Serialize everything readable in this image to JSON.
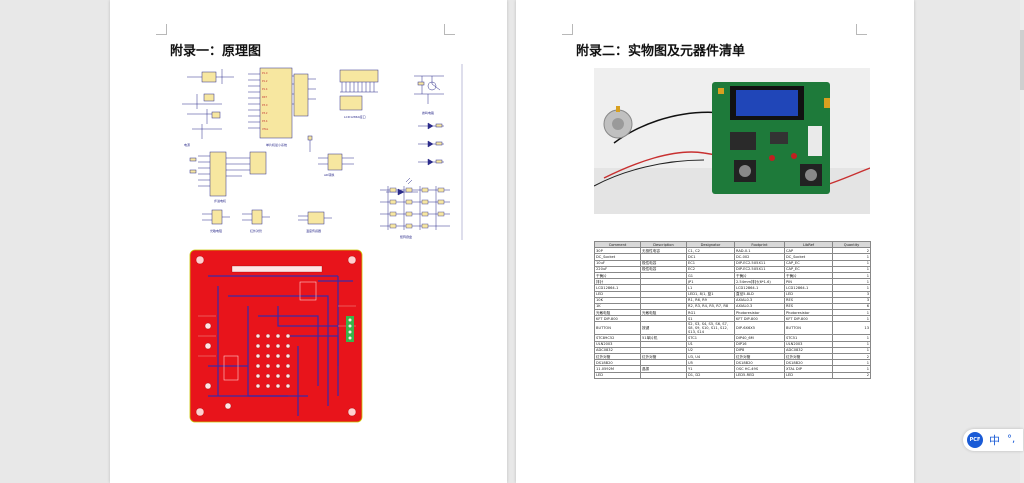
{
  "left_page": {
    "heading": "附录一：原理图",
    "schematic_labels": {
      "mcu": "单片机最小系统",
      "lcd": "LCD12864接口",
      "buzzer": "蜂鸣电路",
      "motor": "步进电机",
      "sensor1": "光敏电阻",
      "sensor2": "红外对管",
      "temp": "温度传感器",
      "keys": "矩阵键盘",
      "power": "电源",
      "adc": "AD转换"
    }
  },
  "right_page": {
    "heading": "附录二：实物图及元器件清单",
    "bom": {
      "headers": [
        "Comment",
        "Description",
        "Designator",
        "Footprint",
        "LibRef",
        "Quantity"
      ],
      "rows": [
        [
          "30P",
          "无极性电容",
          "C1, C2",
          "RAD-0.1",
          "CAP",
          "2"
        ],
        [
          "DC_Socket",
          "",
          "DC1",
          "DC-002",
          "DC_Socket",
          "1"
        ],
        [
          "10uF",
          "极性电容",
          "EC1",
          "DIP-EC2.5X5X11",
          "CAP_EC",
          "1"
        ],
        [
          "220uF",
          "极性电容",
          "EC2",
          "DIP-EC2.5X5X11",
          "CAP_EC",
          "1"
        ],
        [
          "干簧片",
          "",
          "G1",
          "干簧片",
          "干簧片",
          "1"
        ],
        [
          "排针",
          "",
          "JP1",
          "2.54mm排针(6*1.6)",
          "PIN",
          "1"
        ],
        [
          "LCD12864-1",
          "",
          "L1",
          "LCD12864-1",
          "LCD12864-1",
          "1"
        ],
        [
          "LED",
          "",
          "LED1, 8/1, 蓝1",
          "直径5-8LD",
          "LED",
          "3"
        ],
        [
          "10K",
          "",
          "R1, R6, R9",
          "AXIAL0.3",
          "RES",
          "3"
        ],
        [
          "1K",
          "",
          "R2, R3, R4, R5, R7, R8",
          "AXIAL0.3",
          "RES",
          "6"
        ],
        [
          "光敏电阻",
          "光敏电阻",
          "RG1",
          "Photoresistor",
          "Photoresistor",
          "1"
        ],
        [
          "KFT DIP-800",
          "",
          "S1",
          "KFT DIP-800",
          "KFT DIP-800",
          "1"
        ],
        [
          "BUTTON",
          "按键",
          "S2, S3, S4, S5, S6, S7, S8, S9, S10, S11, S12, S13, S14",
          "DIP-6X6X5",
          "BUTTON",
          "13"
        ],
        [
          "STC89C52",
          "51单片机",
          "STC1",
          "DIP40_6M",
          "STC51",
          "1"
        ],
        [
          "ULN2003",
          "",
          "U1",
          "DIP16",
          "ULN2003",
          "1"
        ],
        [
          "ADC0832",
          "",
          "U2",
          "DIP8",
          "ADC0832",
          "1"
        ],
        [
          "红外对管",
          "红外对管",
          "U3, U4",
          "红外对管",
          "红外对管",
          "2"
        ],
        [
          "DS18B20",
          "",
          "U5",
          "DS18B20",
          "DS18B20",
          "1"
        ],
        [
          "11.0592M",
          "晶振",
          "Y1",
          "OSC HC-49S",
          "XTAL DIP",
          "1"
        ],
        [
          "LED",
          "",
          "D1, D2",
          "LED5-RED",
          "LED",
          "2"
        ]
      ]
    }
  },
  "ime": {
    "logo": "PCF",
    "lang": "中",
    "dots": "°,"
  },
  "colors": {
    "pcb_red": "#e8141b",
    "pcb_trace": "#3a2aa8",
    "board_green": "#1e7a3a",
    "lcd_blue": "#2046b8"
  }
}
